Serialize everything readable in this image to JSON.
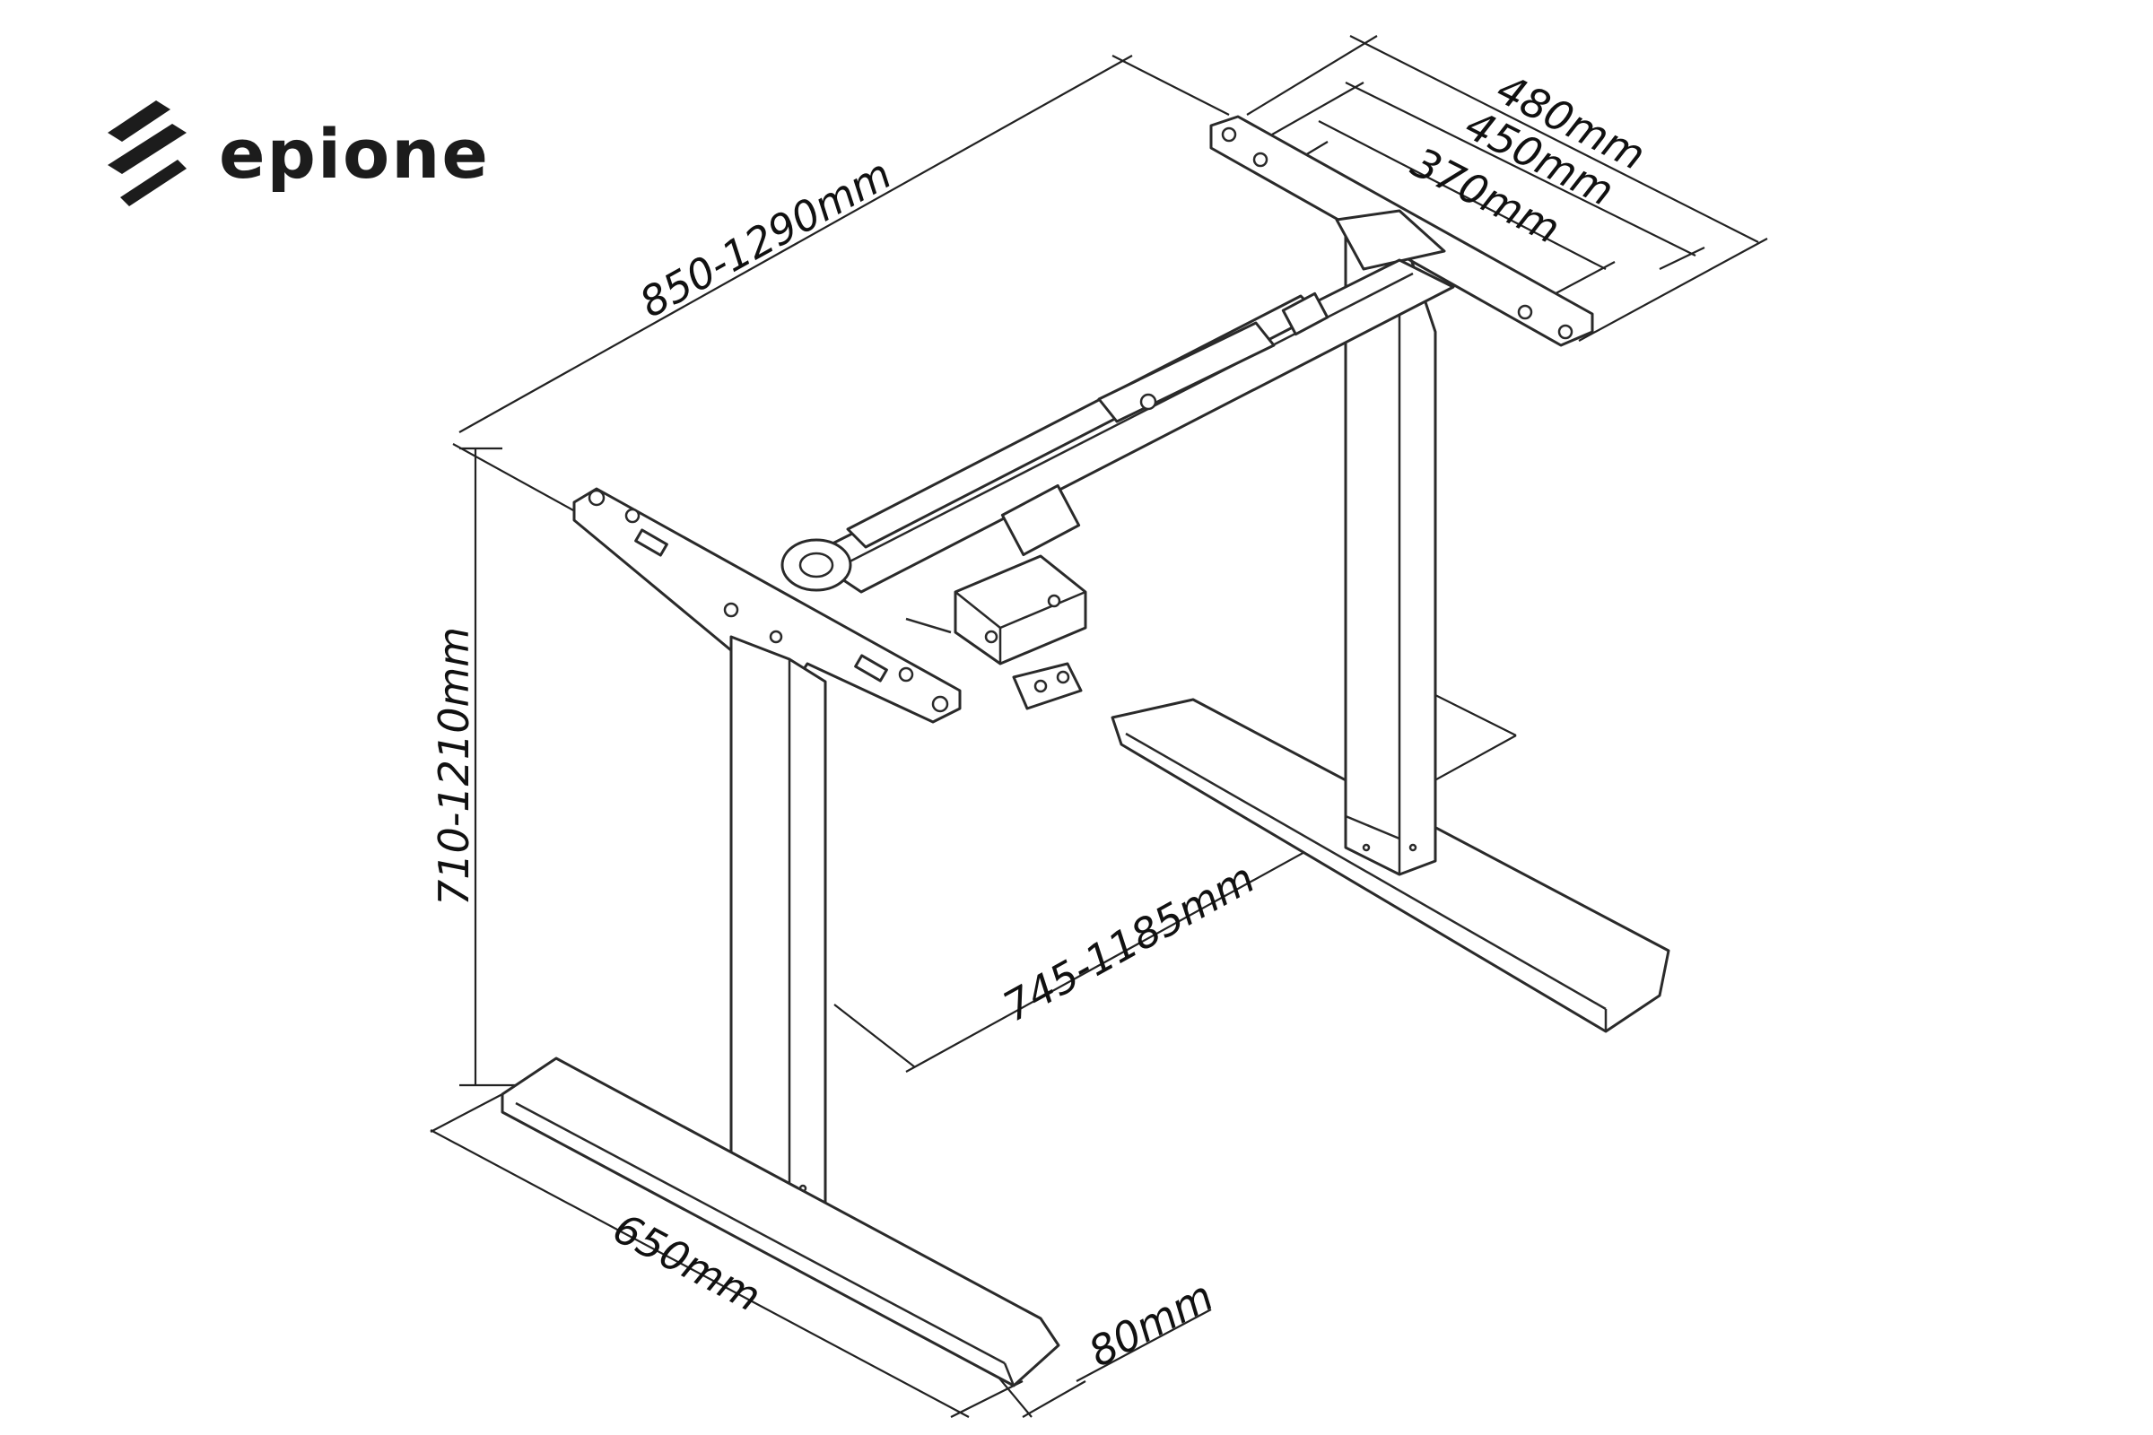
{
  "brand": {
    "name": "epione"
  },
  "dimensions": {
    "frame_width": "850-1290mm",
    "top_bracket_outer": "480mm",
    "top_bracket_mid": "450mm",
    "top_bracket_inner": "370mm",
    "height": "710-1210mm",
    "foot_spacing": "745-1185mm",
    "foot_length": "650mm",
    "foot_width": "80mm"
  }
}
